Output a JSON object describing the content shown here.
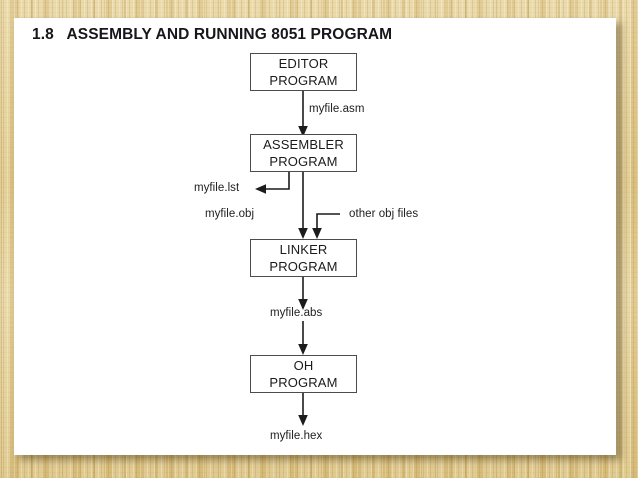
{
  "page": {
    "section_number": "1.8",
    "title": "ASSEMBLY AND RUNNING 8051 PROGRAM",
    "title_full": "1.8   ASSEMBLY AND RUNNING 8051 PROGRAM",
    "background": "#e3cd91",
    "card_background": "#ffffff",
    "ink_color": "#1a1a1a"
  },
  "diagram": {
    "type": "flowchart",
    "nodes": [
      {
        "id": "editor",
        "line1": "EDITOR",
        "line2": "PROGRAM"
      },
      {
        "id": "assembler",
        "line1": "ASSEMBLER",
        "line2": "PROGRAM"
      },
      {
        "id": "linker",
        "line1": "LINKER",
        "line2": "PROGRAM"
      },
      {
        "id": "oh",
        "line1": "OH",
        "line2": "PROGRAM"
      }
    ],
    "labels": [
      {
        "id": "asm",
        "text": "myfile.asm"
      },
      {
        "id": "lst",
        "text": "myfile.lst"
      },
      {
        "id": "obj",
        "text": "myfile.obj"
      },
      {
        "id": "other_obj",
        "text": "other obj files"
      },
      {
        "id": "abs",
        "text": "myfile.abs"
      },
      {
        "id": "hex",
        "text": "myfile.hex"
      }
    ],
    "edges": [
      {
        "from": "editor",
        "to": "assembler",
        "label": "myfile.asm"
      },
      {
        "from": "assembler",
        "to": "lst",
        "label": "myfile.lst"
      },
      {
        "from": "assembler",
        "to": "linker",
        "label": "myfile.obj"
      },
      {
        "from": "other_obj",
        "to": "linker",
        "label": "other obj files"
      },
      {
        "from": "linker",
        "to": "oh",
        "label": "myfile.abs"
      },
      {
        "from": "oh",
        "to": "hex",
        "label": "myfile.hex"
      }
    ]
  }
}
